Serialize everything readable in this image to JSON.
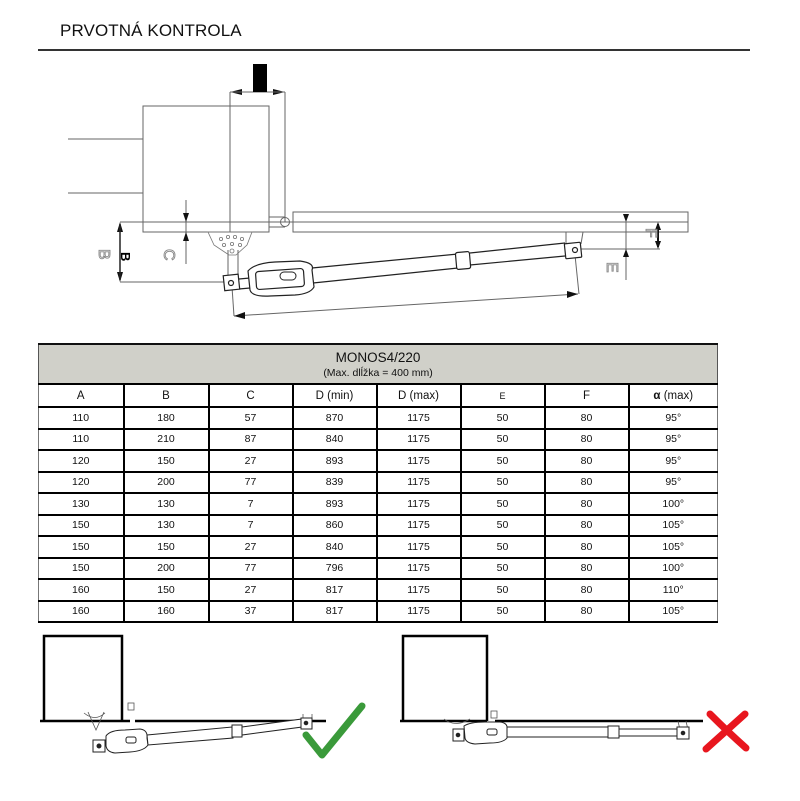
{
  "page": {
    "title": "PRVOTNÁ KONTROLA"
  },
  "diagram_top": {
    "labels": {
      "B": "B",
      "C": "C",
      "E": "E",
      "F": "F"
    }
  },
  "table": {
    "model": "MONOS4/220",
    "subtitle": "(Max. dlĺžka = 400 mm)",
    "columns": [
      "A",
      "B",
      "C",
      "D (min)",
      "D (max)",
      "E",
      "F",
      "α (max)"
    ],
    "alpha_symbol": "α",
    "alpha_suffix": " (max)",
    "rows": [
      [
        "110",
        "180",
        "57",
        "870",
        "1175",
        "50",
        "80",
        "95°"
      ],
      [
        "110",
        "210",
        "87",
        "840",
        "1175",
        "50",
        "80",
        "95°"
      ],
      [
        "120",
        "150",
        "27",
        "893",
        "1175",
        "50",
        "80",
        "95°"
      ],
      [
        "120",
        "200",
        "77",
        "839",
        "1175",
        "50",
        "80",
        "95°"
      ],
      [
        "130",
        "130",
        "7",
        "893",
        "1175",
        "50",
        "80",
        "100°"
      ],
      [
        "150",
        "130",
        "7",
        "860",
        "1175",
        "50",
        "80",
        "105°"
      ],
      [
        "150",
        "150",
        "27",
        "840",
        "1175",
        "50",
        "80",
        "105°"
      ],
      [
        "150",
        "200",
        "77",
        "796",
        "1175",
        "50",
        "80",
        "100°"
      ],
      [
        "160",
        "150",
        "27",
        "817",
        "1175",
        "50",
        "80",
        "110°"
      ],
      [
        "160",
        "160",
        "37",
        "817",
        "1175",
        "50",
        "80",
        "105°"
      ]
    ]
  },
  "examples": {
    "correct": {
      "icon": "check-mark-icon",
      "color": "#3a9a3a"
    },
    "incorrect": {
      "icon": "x-mark-icon",
      "color": "#e8161e"
    }
  },
  "colors": {
    "table_caption_bg": "#d0d0c9",
    "line": "#555555"
  }
}
